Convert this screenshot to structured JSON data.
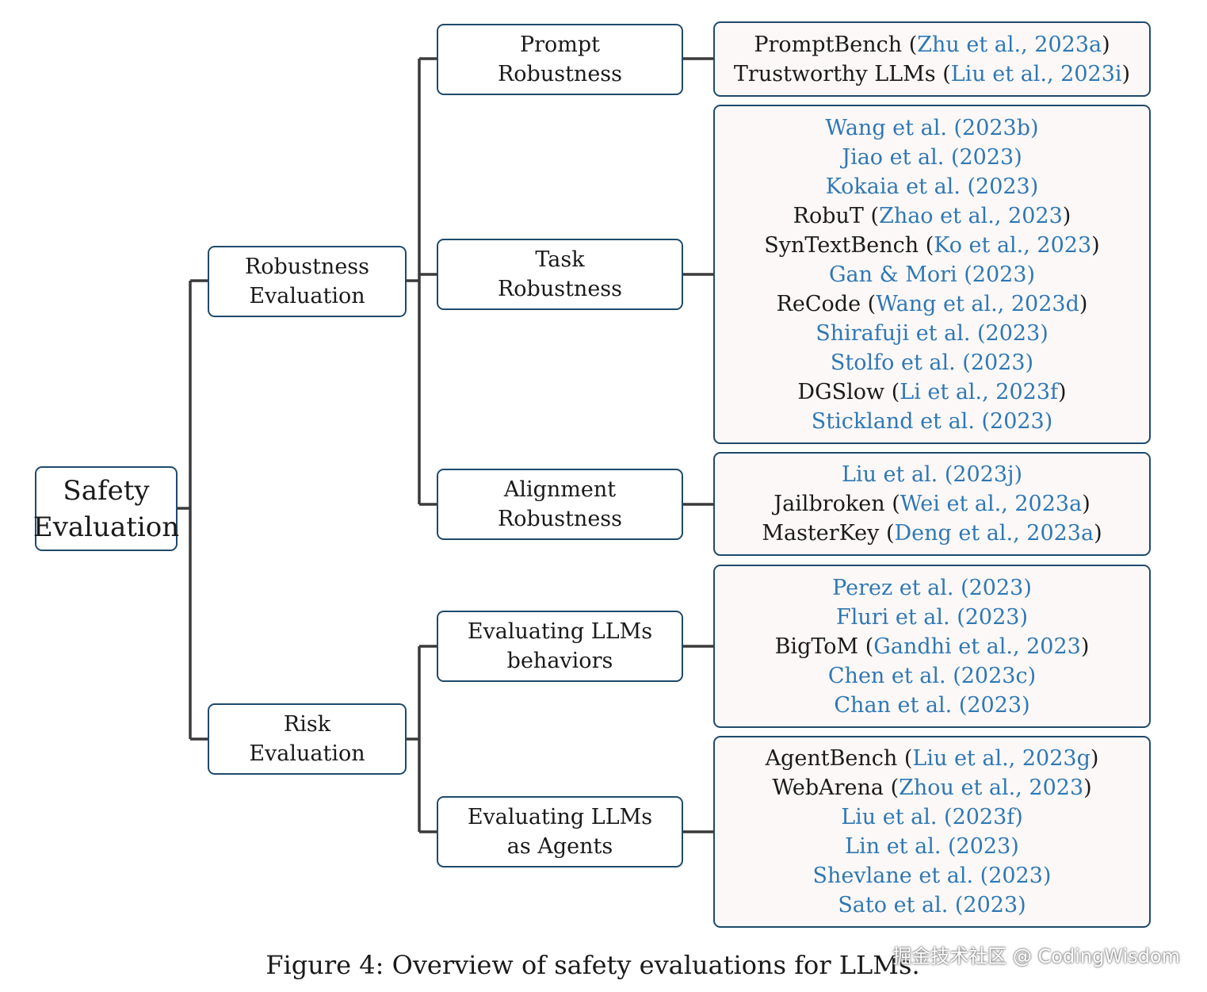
{
  "root": {
    "line1": "Safety",
    "line2": "Evaluation"
  },
  "categories": [
    {
      "line1": "Robustness",
      "line2": "Evaluation"
    },
    {
      "line1": "Risk",
      "line2": "Evaluation"
    }
  ],
  "subcategories": [
    {
      "line1": "Prompt",
      "line2": "Robustness"
    },
    {
      "line1": "Task",
      "line2": "Robustness"
    },
    {
      "line1": "Alignment",
      "line2": "Robustness"
    },
    {
      "line1": "Evaluating LLMs",
      "line2": "behaviors"
    },
    {
      "line1": "Evaluating LLMs",
      "line2": "as Agents"
    }
  ],
  "leaves": [
    [
      {
        "prefix": "PromptBench (",
        "cite": "Zhu et al., 2023a",
        "suffix": ")"
      },
      {
        "prefix": "Trustworthy LLMs (",
        "cite": "Liu et al., 2023i",
        "suffix": ")"
      }
    ],
    [
      {
        "prefix": "",
        "cite": "Wang et al. (2023b)",
        "suffix": ""
      },
      {
        "prefix": "",
        "cite": "Jiao et al. (2023)",
        "suffix": ""
      },
      {
        "prefix": "",
        "cite": "Kokaia et al. (2023)",
        "suffix": ""
      },
      {
        "prefix": "RobuT (",
        "cite": "Zhao et al., 2023",
        "suffix": ")"
      },
      {
        "prefix": "SynTextBench (",
        "cite": "Ko et al., 2023",
        "suffix": ")"
      },
      {
        "prefix": "",
        "cite": "Gan & Mori (2023)",
        "suffix": ""
      },
      {
        "prefix": "ReCode (",
        "cite": "Wang et al., 2023d",
        "suffix": ")"
      },
      {
        "prefix": "",
        "cite": "Shirafuji et al. (2023)",
        "suffix": ""
      },
      {
        "prefix": "",
        "cite": "Stolfo et al. (2023)",
        "suffix": ""
      },
      {
        "prefix": "DGSlow (",
        "cite": "Li et al., 2023f",
        "suffix": ")"
      },
      {
        "prefix": "",
        "cite": "Stickland et al. (2023)",
        "suffix": ""
      }
    ],
    [
      {
        "prefix": "",
        "cite": "Liu et al. (2023j)",
        "suffix": ""
      },
      {
        "prefix": "Jailbroken (",
        "cite": "Wei et al., 2023a",
        "suffix": ")"
      },
      {
        "prefix": "MasterKey (",
        "cite": "Deng et al., 2023a",
        "suffix": ")"
      }
    ],
    [
      {
        "prefix": "",
        "cite": "Perez et al. (2023)",
        "suffix": ""
      },
      {
        "prefix": "",
        "cite": "Fluri et al. (2023)",
        "suffix": ""
      },
      {
        "prefix": "BigToM (",
        "cite": "Gandhi et al., 2023",
        "suffix": ")"
      },
      {
        "prefix": "",
        "cite": "Chen et al. (2023c)",
        "suffix": ""
      },
      {
        "prefix": "",
        "cite": "Chan et al. (2023)",
        "suffix": ""
      }
    ],
    [
      {
        "prefix": "AgentBench (",
        "cite": "Liu et al., 2023g",
        "suffix": ")"
      },
      {
        "prefix": "WebArena (",
        "cite": "Zhou et al., 2023",
        "suffix": ")"
      },
      {
        "prefix": "",
        "cite": "Liu et al. (2023f)",
        "suffix": ""
      },
      {
        "prefix": "",
        "cite": "Lin et al. (2023)",
        "suffix": ""
      },
      {
        "prefix": "",
        "cite": "Shevlane et al. (2023)",
        "suffix": ""
      },
      {
        "prefix": "",
        "cite": "Sato et al. (2023)",
        "suffix": ""
      }
    ]
  ],
  "caption": "Figure 4: Overview of safety evaluations for LLMs.",
  "watermark": "掘金技术社区 @ CodingWisdom",
  "colors": {
    "border": "#1f4a6b",
    "citation": "#2e78b4",
    "leaf_background": "#fdf8f8",
    "connector": "#3a3a3a"
  }
}
